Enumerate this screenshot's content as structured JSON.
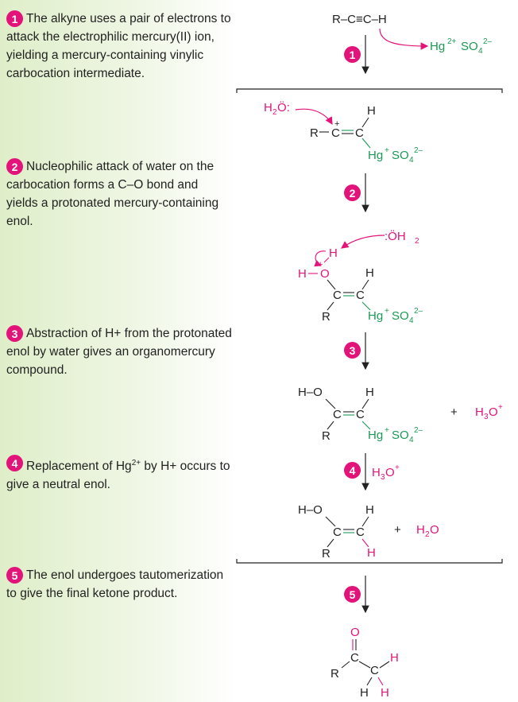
{
  "steps": [
    {
      "num": "1",
      "text": "The alkyne uses a pair of electrons to attack the electrophilic mercury(II) ion, yielding a mercury-containing vinylic carbocation intermediate."
    },
    {
      "num": "2",
      "text": "Nucleophilic attack of water on the carbocation forms a C–O bond and yields a protonated mercury-containing enol."
    },
    {
      "num": "3",
      "text": "Abstraction of H+ from the protonated enol by water gives an organomercury compound."
    },
    {
      "num": "4",
      "text_a": "Replacement of Hg",
      "sup": "2+",
      "text_b": " by H+ occurs to give a neutral enol."
    },
    {
      "num": "5",
      "text": "The enol undergoes tautomerization to give the final ketone product."
    }
  ],
  "labels": {
    "R": "R",
    "C": "C",
    "H": "H",
    "O": "O",
    "plus": "+",
    "alkyne": "R–C≡C–H",
    "Hg": "Hg",
    "Hg_charge": "2+",
    "SO": "SO",
    "four": "4",
    "SO_charge": "2–",
    "water": "H",
    "water_2": "2",
    "water_O": "Ö:",
    "HgPlus": "Hg",
    "HgPlus_charge": "+",
    "OH2": ":ÖH",
    "OH2_2": "2",
    "H3O": "H",
    "H3O_3": "3",
    "H3O_O": "O",
    "H3O_charge": "+",
    "H2O": "H",
    "H2O_2": "2",
    "H2O_O": "O",
    "HO_bond": "H–O",
    "plus_join": "+"
  },
  "colors": {
    "accent": "#e2147a",
    "green": "#1a9a55",
    "text": "#222222",
    "sidebar": "#dfeec9"
  }
}
